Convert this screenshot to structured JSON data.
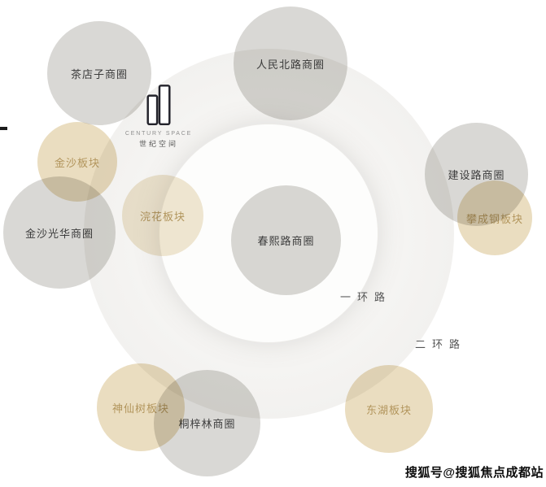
{
  "logo": {
    "en": "CENTURY SPACE",
    "cn": "世纪空间"
  },
  "rings": {
    "inner_label": "一环路",
    "outer_label": "二环路"
  },
  "districts": [
    {
      "label": "茶店子商圈",
      "type": "gray"
    },
    {
      "label": "人民北路商圈",
      "type": "gray"
    },
    {
      "label": "金沙板块",
      "type": "gold"
    },
    {
      "label": "金沙光华商圈",
      "type": "gray"
    },
    {
      "label": "浣花板块",
      "type": "gold"
    },
    {
      "label": "春熙路商圈",
      "type": "gray"
    },
    {
      "label": "建设路商圈",
      "type": "gray"
    },
    {
      "label": "攀成钢板块",
      "type": "gold"
    },
    {
      "label": "神仙树板块",
      "type": "gold"
    },
    {
      "label": "桐梓林商圈",
      "type": "gray"
    },
    {
      "label": "东湖板块",
      "type": "gold"
    }
  ],
  "watermark": {
    "text": "搜狐号@搜狐焦点成都站"
  },
  "colors": {
    "gray_circle": "#d9d8d5",
    "beige_circle": "#eaddc0",
    "beige_faint_circle": "#f0e7d3",
    "gold_text": "#b2955c",
    "dark_text": "#3d3d3d",
    "ring_fill": "#f4f3f1",
    "inner_ring_fill": "#fdfdfc"
  }
}
